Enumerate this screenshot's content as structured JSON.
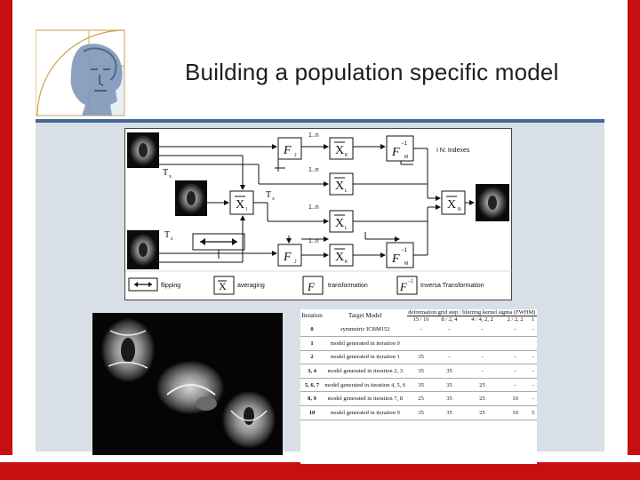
{
  "title": "Building a population specific model",
  "diagram": {
    "input_labels": [
      "T",
      "T",
      "T"
    ],
    "input_subscripts": [
      "x",
      "x",
      "z"
    ],
    "iteration_labels": [
      "1..n",
      "1..n",
      "1..n",
      "1..n"
    ],
    "index_note": "I  N: Indexes",
    "subscripts": {
      "Fj_top": "J",
      "Xk_top": "K",
      "Fm_top": "M",
      "Xi": "I",
      "Xl_top": "L",
      "Xl_bot": "L",
      "Fj_bot": "J",
      "Xk_bot": "K",
      "Fm_bot": "M",
      "Xn": "N"
    },
    "legend": {
      "flipping": "flipping",
      "averaging": "averaging",
      "transformation": "transformation",
      "inverse": "Inversa Transformation"
    }
  },
  "table": {
    "col_iteration": "Iteration",
    "col_target": "Target Model",
    "col_group": "deformation grid step / blurring kernel sigma (FWHM)",
    "sub_headers": [
      "15 / 16",
      "8 / 2, 4",
      "4 / 4, 2, 2",
      "2 / 2, 2",
      "1"
    ],
    "rows": [
      {
        "iteration": "0",
        "target": "symmetric ICBM152",
        "values": [
          "-",
          "-",
          "-",
          "-",
          "-"
        ]
      },
      {
        "iteration": "1",
        "target": "model generated in iteration 0",
        "values": [
          "",
          "",
          "",
          "",
          ""
        ]
      },
      {
        "iteration": "2",
        "target": "model generated in iteration 1",
        "values": [
          "35",
          "-",
          "-",
          "-",
          "-"
        ]
      },
      {
        "iteration": "3, 4",
        "target": "model generated in iteration 2, 3",
        "values": [
          "35",
          "35",
          "-",
          "-",
          "-"
        ]
      },
      {
        "iteration": "5, 6, 7",
        "target": "model generated in iteration 4, 5, 6",
        "values": [
          "35",
          "35",
          "25",
          "-",
          "-"
        ]
      },
      {
        "iteration": "8, 9",
        "target": "model generated in iteration 7, 8",
        "values": [
          "25",
          "35",
          "25",
          "10",
          "-"
        ]
      },
      {
        "iteration": "10",
        "target": "model generated in iteration 9",
        "values": [
          "35",
          "35",
          "25",
          "10",
          "5"
        ]
      }
    ]
  },
  "colors": {
    "frame": "#c80f0f",
    "rule": "#41679b",
    "band": "#d9dfe6"
  }
}
